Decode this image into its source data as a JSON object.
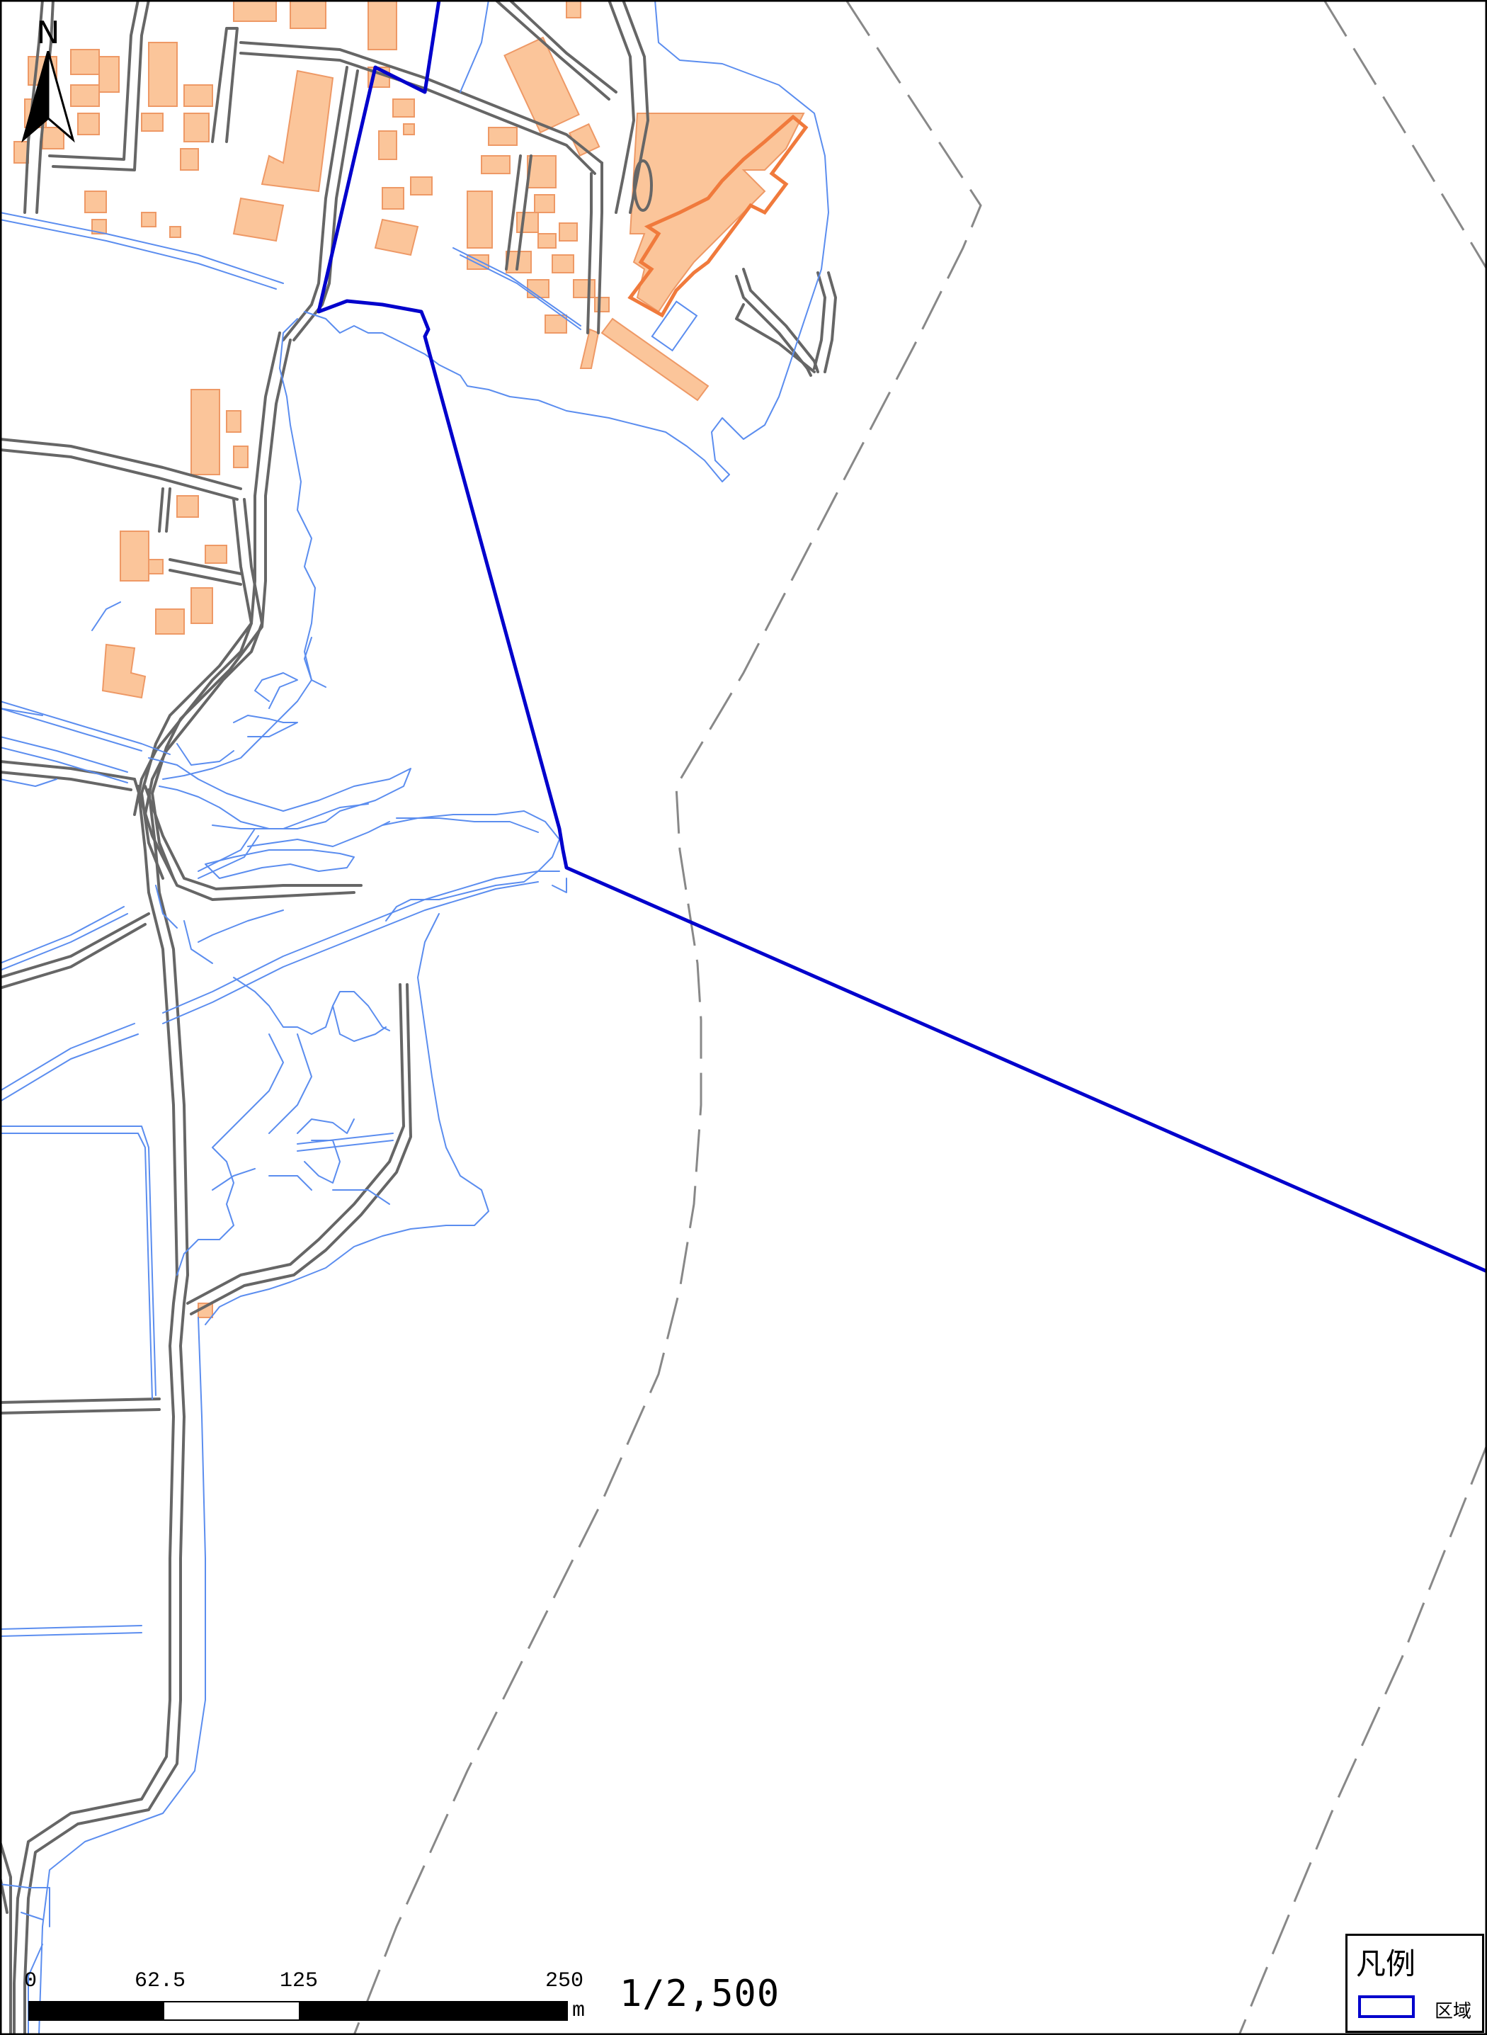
{
  "north_arrow": {
    "label": "N"
  },
  "scale_bar": {
    "ticks": [
      "0",
      "62.5",
      "125",
      "250"
    ],
    "unit": "m"
  },
  "scale_ratio": "1/2,500",
  "legend": {
    "title": "凡例",
    "items": [
      {
        "label": "区域",
        "stroke_color": "#0000cc"
      }
    ]
  },
  "colors": {
    "building_fill": "#fbc59a",
    "building_stroke": "#ee9966",
    "highlight_building": "#f07a3c",
    "road": "#666666",
    "water": "#5b8def",
    "boundary_dashed": "#888888",
    "area_boundary": "#0000cc"
  }
}
